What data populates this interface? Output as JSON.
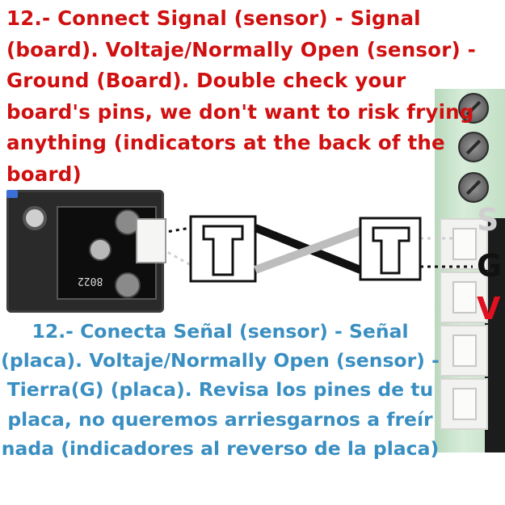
{
  "instructions": {
    "en": "12.- Connect Signal (sensor) - Signal (board). Voltaje/Normally Open (sensor) - Ground (Board). Double check your board's pins, we don't want to risk frying anything (indicators at the back of the board)",
    "es": "12.- Conecta Señal (sensor) - Señal (placa). Voltaje/Normally Open (sensor) - Tierra(G) (placa). Revisa los pines de tu placa, no queremos arriesgarnos a freír nada (indicadores al reverso de la placa)"
  },
  "board_pins": {
    "s": "S",
    "g": "G",
    "v": "V"
  },
  "sensor": {
    "code": "8022"
  },
  "colors": {
    "title_en": "#d01010",
    "title_es": "#3a8fc2",
    "pin_s": "#cfcfcf",
    "pin_g": "#111111",
    "pin_v": "#e01020",
    "wire_black": "#111111",
    "wire_gray": "#bdbdbd"
  }
}
